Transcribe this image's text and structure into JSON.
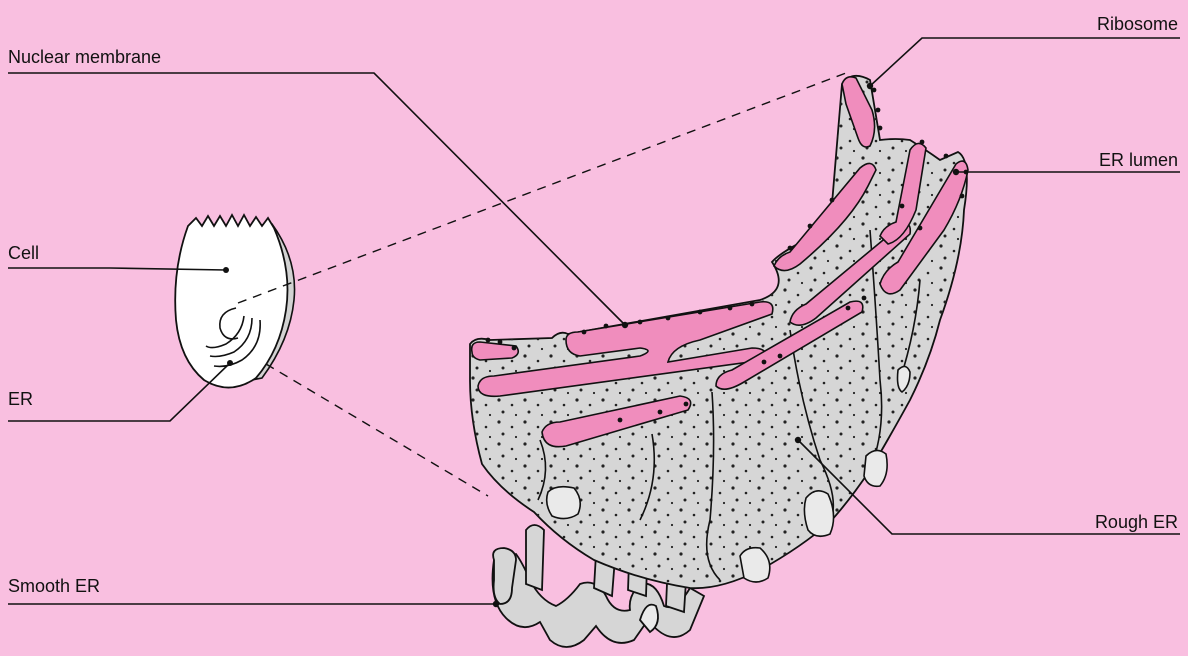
{
  "labels": {
    "nuclear_membrane": "Nuclear membrane",
    "cell": "Cell",
    "er": "ER",
    "smooth_er": "Smooth ER",
    "ribosome": "Ribosome",
    "er_lumen": "ER lumen",
    "rough_er": "Rough ER"
  },
  "colors": {
    "background": "#f9bfe0",
    "er_body": "#d6d6d6",
    "er_lumen": "#f08dbd",
    "cell": "#ffffff",
    "outline": "#111111"
  }
}
